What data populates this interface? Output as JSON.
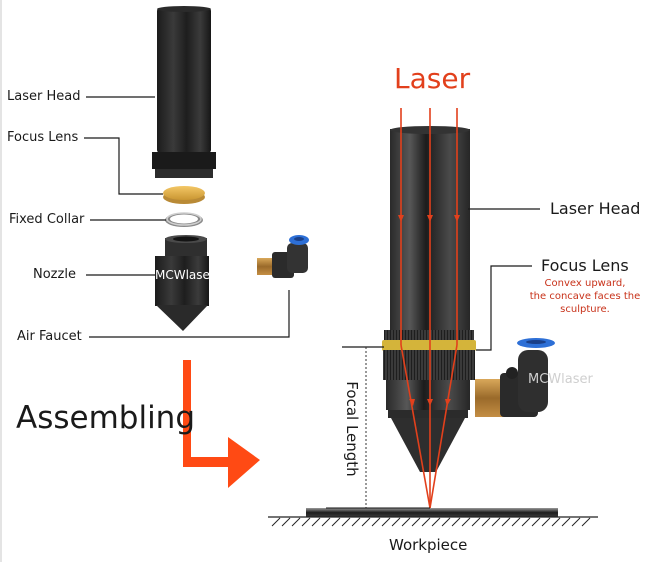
{
  "exploded_view": {
    "labels": {
      "laser_head": "Laser Head",
      "focus_lens": "Focus Lens",
      "fixed_collar": "Fixed Collar",
      "nozzle": "Nozzle",
      "air_faucet": "Air Faucet"
    },
    "nozzle_watermark": "MCWlaser"
  },
  "assembled_view": {
    "title": "Laser",
    "labels": {
      "laser_head": "Laser Head",
      "focus_lens": "Focus Lens",
      "focus_lens_note_line1": "Convex upward,",
      "focus_lens_note_line2": "the concave faces the",
      "focus_lens_note_line3": "sculpture.",
      "focal_length": "Focal Length",
      "workpiece": "Workpiece"
    },
    "watermark": "MCWlaser"
  },
  "assembling_label": "Assembling",
  "colors": {
    "laser_red": "#e2401c",
    "arrow_orange": "#ff4a14",
    "lens_yellow": "#e9b84a",
    "body_black": "#2a2a2a",
    "faucet_blue": "#2d6fd6",
    "brass": "#b98a3e",
    "note_red": "#c8321a"
  }
}
